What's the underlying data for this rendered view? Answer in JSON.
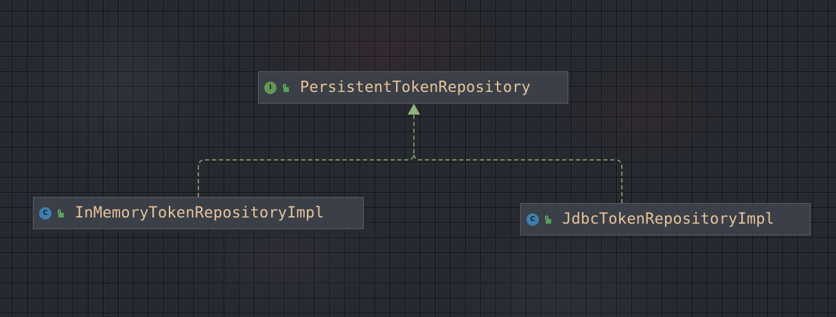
{
  "diagram": {
    "nodes": [
      {
        "id": "persistent",
        "kind": "interface",
        "badge": "I",
        "label": "PersistentTokenRepository",
        "icons": [
          "interface-icon",
          "public-lock-icon"
        ]
      },
      {
        "id": "inmemory",
        "kind": "class",
        "badge": "C",
        "label": "InMemoryTokenRepositoryImpl",
        "icons": [
          "class-icon",
          "public-lock-icon"
        ]
      },
      {
        "id": "jdbc",
        "kind": "class",
        "badge": "C",
        "label": "JdbcTokenRepositoryImpl",
        "icons": [
          "class-icon",
          "public-lock-icon"
        ]
      }
    ],
    "edges": [
      {
        "from": "inmemory",
        "to": "persistent",
        "type": "implements",
        "style": "dashed"
      },
      {
        "from": "jdbc",
        "to": "persistent",
        "type": "implements",
        "style": "dashed"
      }
    ]
  },
  "colors": {
    "background": "#26292f",
    "node_fill": "#3b3f47",
    "node_border": "#5a5f68",
    "label_text": "#e6c49a",
    "edge": "#8fb37a",
    "interface_badge": "#629755",
    "class_badge": "#3d7fb0"
  }
}
